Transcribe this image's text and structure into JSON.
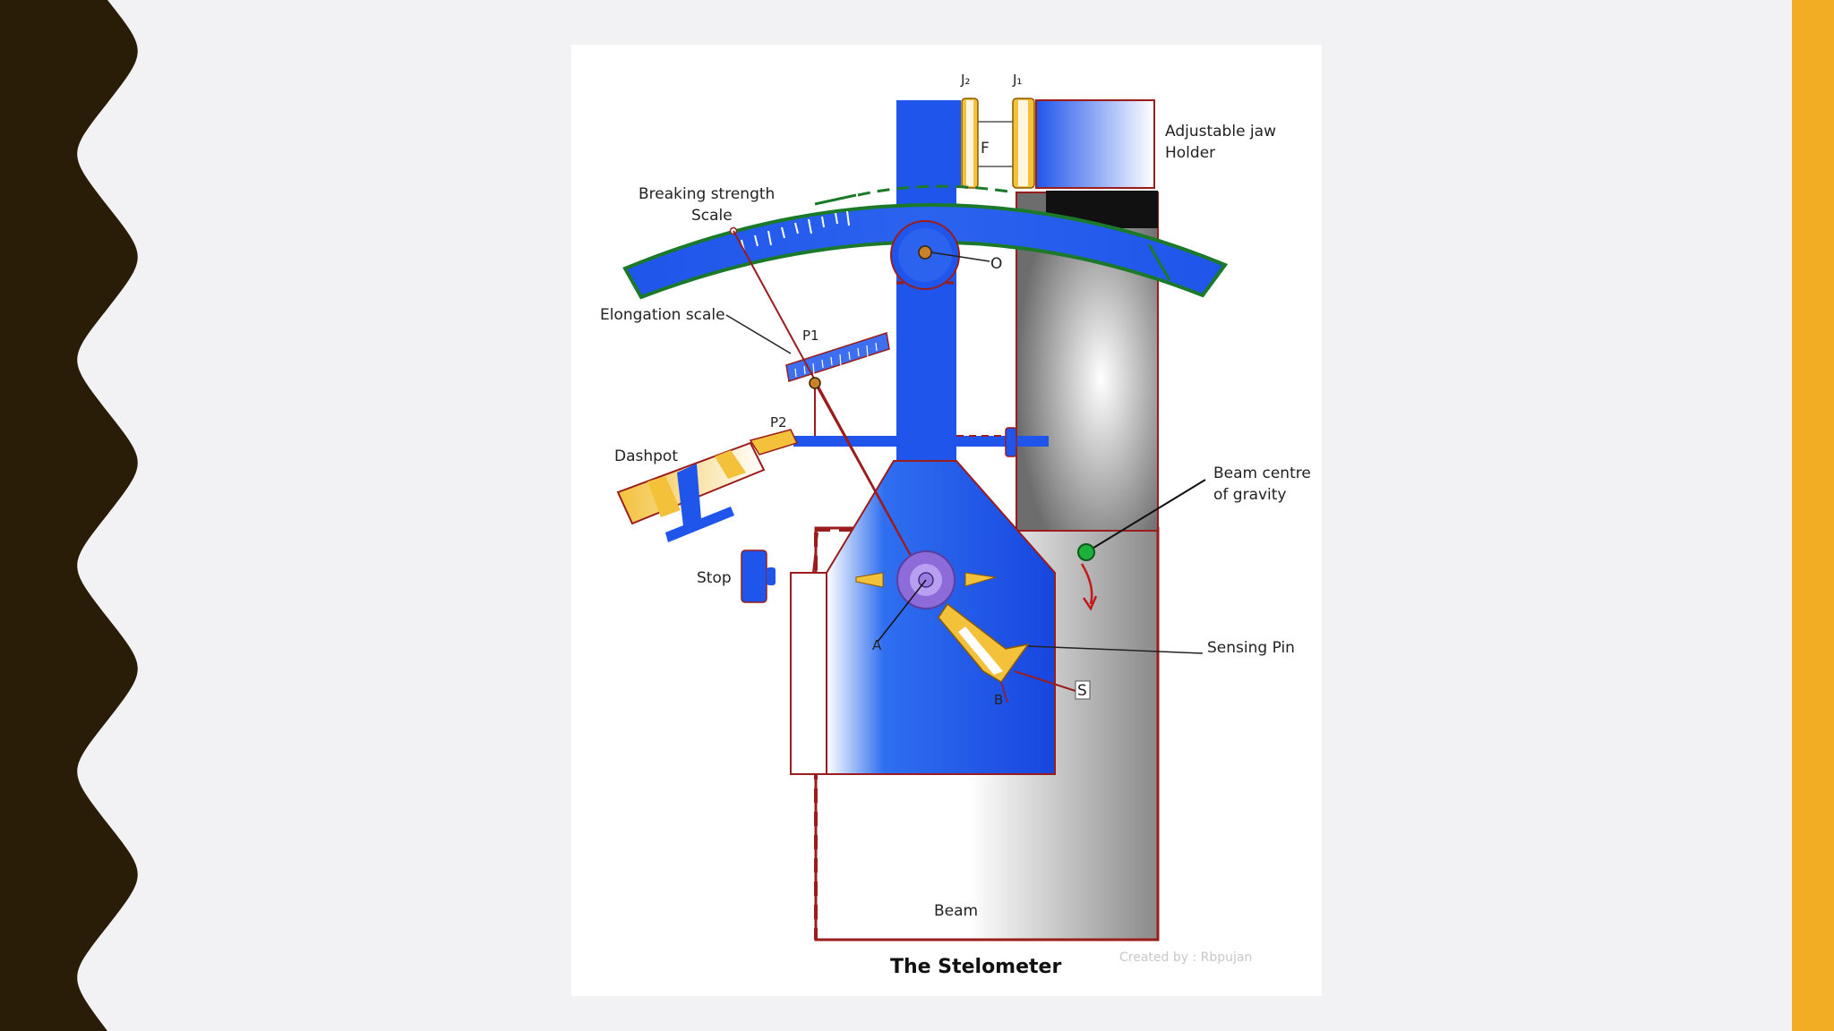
{
  "slide": {
    "left_band_color": "#2a1d08",
    "right_band_color": "#f2ad24",
    "background_color": "#f2f2f4"
  },
  "diagram": {
    "title": "The Stelometer",
    "credit": "Created by : Rbpujan",
    "labels": {
      "j2": "J₂",
      "j1": "J₁",
      "f": "F",
      "adjustable_jaw_line1": "Adjustable jaw",
      "adjustable_jaw_line2": "Holder",
      "breaking_strength_line1": "Breaking strength",
      "breaking_strength_line2": "Scale",
      "o": "O",
      "elongation_scale": "Elongation scale",
      "p1": "P1",
      "p2": "P2",
      "dashpot": "Dashpot",
      "beam_centre_line1": "Beam centre",
      "beam_centre_line2": "of gravity",
      "stop": "Stop",
      "a": "A",
      "sensing_pin": "Sensing Pin",
      "s": "S",
      "b": "B",
      "beam": "Beam"
    }
  }
}
